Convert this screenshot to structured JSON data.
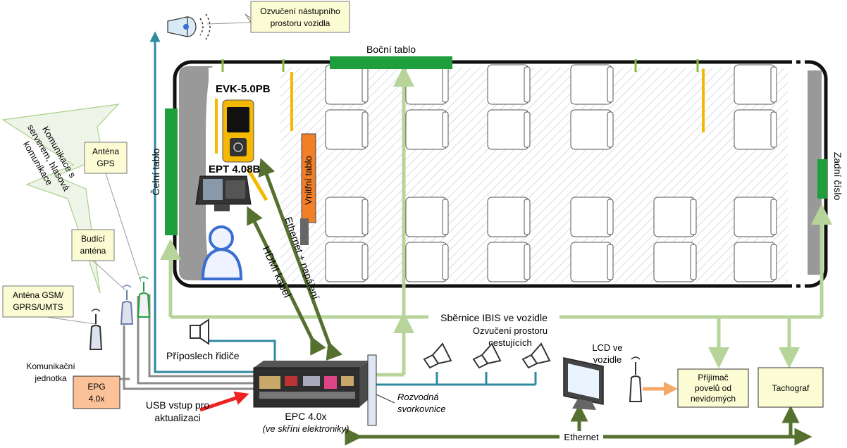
{
  "labels": {
    "speaker_entry": [
      "Ozvučení nástupního",
      "prostoru vozidla"
    ],
    "side_sign": "Boční tablo",
    "validator": "EVK-5.0PB",
    "terminal": "EPT 4.08B",
    "front_sign": "Čelní tablo",
    "inner_sign": "Vnitřní tablo",
    "rear_number": "Zadní číslo",
    "comm_server": [
      "Komunikace s",
      "serverem, hlasová",
      "komunikace"
    ],
    "gps_antenna": [
      "Anténa",
      "GPS"
    ],
    "trigger_antenna": [
      "Budící",
      "anténa"
    ],
    "gsm_antenna": [
      "Anténa GSM/",
      "GPRS/UMTS"
    ],
    "comm_unit": [
      "Komunikační",
      "jednotka"
    ],
    "epg": [
      "EPG",
      "4.0x"
    ],
    "driver_listen": "Příposlech řidiče",
    "usb": [
      "USB vstup pro",
      "aktualizaci"
    ],
    "epc": "EPC 4.0x",
    "epc_sub": "(ve skříni elektroniky)",
    "hdmi": "HDMI kabel",
    "ethernet_power": "Ethernet + napájení",
    "distribution": [
      "Rozvodná",
      "svorkovnice"
    ],
    "ibis_bus": "Sběrnice IBIS ve vozidle",
    "speaker_passenger": [
      "Ozvučení prostoru",
      "cestujících"
    ],
    "lcd": [
      "LCD ve",
      "vozidle"
    ],
    "receiver": [
      "Přijímač",
      "povelů od",
      "nevidomých"
    ],
    "tachograph": "Tachograf",
    "ethernet": "Ethernet"
  },
  "colors": {
    "ibis": "#b7d59a",
    "ethernet": "#56702f",
    "cable_teal": "#2f8aa0",
    "grey_cable": "#8c8c8c",
    "sign_green": "#1e9e3c",
    "inner_sign_orange": "#f07f28",
    "yellow_box": "#fcfcd4",
    "orange_box": "#fbc29a"
  },
  "icons": [
    "speaker-icon",
    "headphone-icon",
    "antenna-icon",
    "person-icon",
    "monitor-icon",
    "arrow-icon"
  ]
}
